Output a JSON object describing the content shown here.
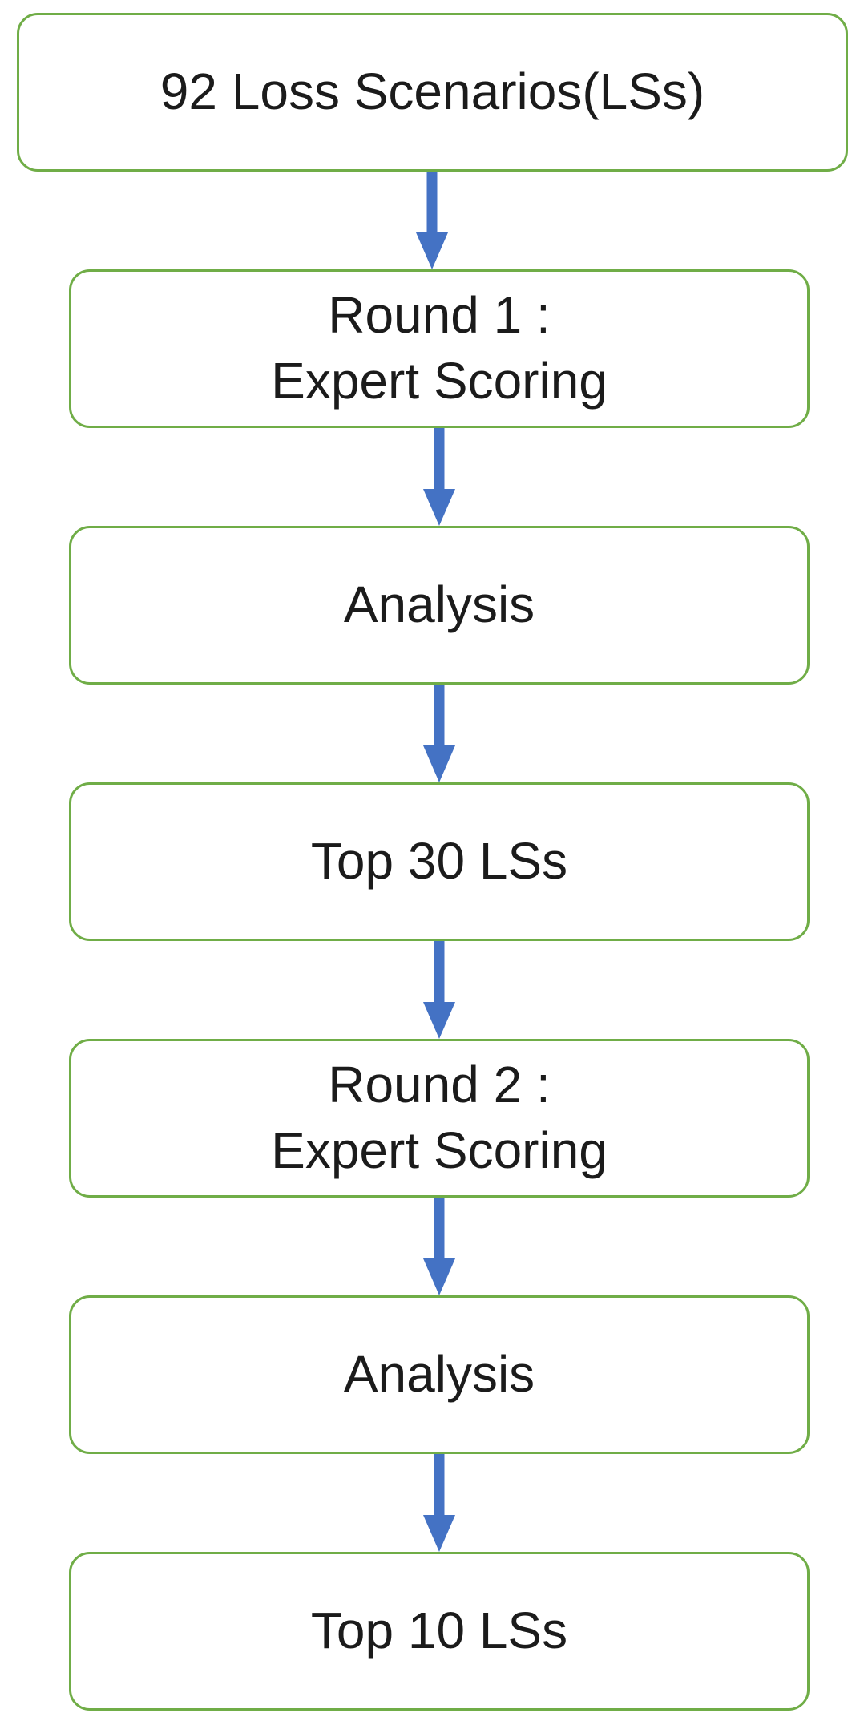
{
  "diagram": {
    "type": "flowchart",
    "direction": "top-down",
    "colors": {
      "box_border": "#70AD47",
      "box_fill": "#FFFFFF",
      "arrow": "#4472C4",
      "text": "#1B1B1B",
      "background": "#FFFFFF"
    },
    "steps": [
      {
        "label": "92 Loss Scenarios(LSs)"
      },
      {
        "label": "Round 1 :\nExpert Scoring"
      },
      {
        "label": "Analysis"
      },
      {
        "label": "Top 30 LSs"
      },
      {
        "label": "Round 2 :\nExpert Scoring"
      },
      {
        "label": "Analysis"
      },
      {
        "label": "Top 10 LSs"
      }
    ],
    "connector": "arrow-down-icon"
  }
}
